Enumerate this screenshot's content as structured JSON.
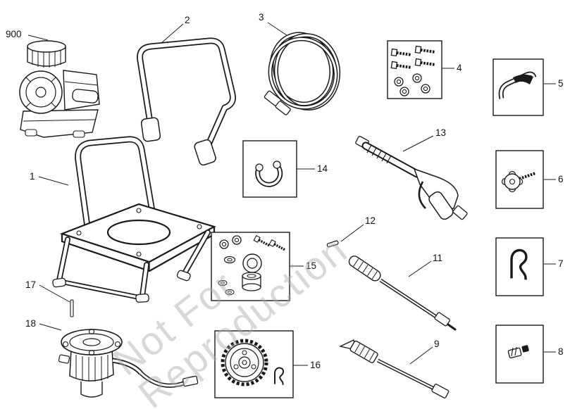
{
  "watermark": {
    "line1": "Not For",
    "line2": "Reproduction"
  },
  "callouts": {
    "engine": "900",
    "frame": "1",
    "handle": "2",
    "hose": "3",
    "bolt_kit": "4",
    "hook": "5",
    "knob": "6",
    "hairpin": "7",
    "nozzle_kit": "8",
    "lance": "9",
    "wand": "11",
    "pin": "12",
    "spray_gun": "13",
    "clamp": "14",
    "hardware_kit": "15",
    "wheel_kit": "16",
    "rod": "17",
    "pump": "18"
  },
  "colors": {
    "line": "#1a1a1a",
    "background": "#ffffff",
    "watermark": "#a9a9a9"
  }
}
